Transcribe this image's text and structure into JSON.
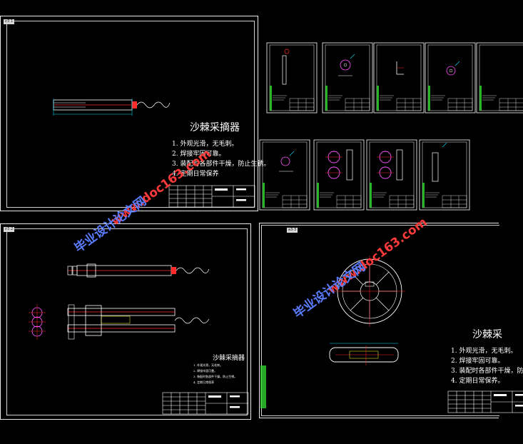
{
  "sheets": {
    "top_left": {
      "tag": "a3-1",
      "title": "沙棘采摘器",
      "notes": [
        "1. 外观光滑，无毛刺。",
        "2. 焊接牢固可靠。",
        "3. 装配时各部件干燥，防止生锈。",
        "4. 定期日常保养"
      ]
    },
    "bottom_left": {
      "tag": "a3-2",
      "title": "沙棘采摘器",
      "notes": [
        "1. 外观光滑，无毛刺。",
        "2. 焊接牢固可靠。",
        "3. 装配时各部件干燥，防止生锈。",
        "4. 定期日常保养"
      ]
    },
    "bottom_right": {
      "tag": "a3-3",
      "title": "沙棘采",
      "notes": [
        "1. 外观光滑，无毛刺。",
        "2. 焊接牢固可靠。",
        "3. 装配时各部件干燥，防",
        "4. 定期日常保养。"
      ]
    }
  },
  "watermark": {
    "site": "www.doc163.com",
    "brand": "毕业设计论文网"
  },
  "colors": {
    "line": "#ffffff",
    "red": "#ff2a2a",
    "green": "#2fd12f",
    "magenta": "#ff55ff",
    "yellow": "#ffff33",
    "cyan": "#00e5ff",
    "watermark_red": "#ff3a3a",
    "watermark_blue": "#5a7dff"
  }
}
